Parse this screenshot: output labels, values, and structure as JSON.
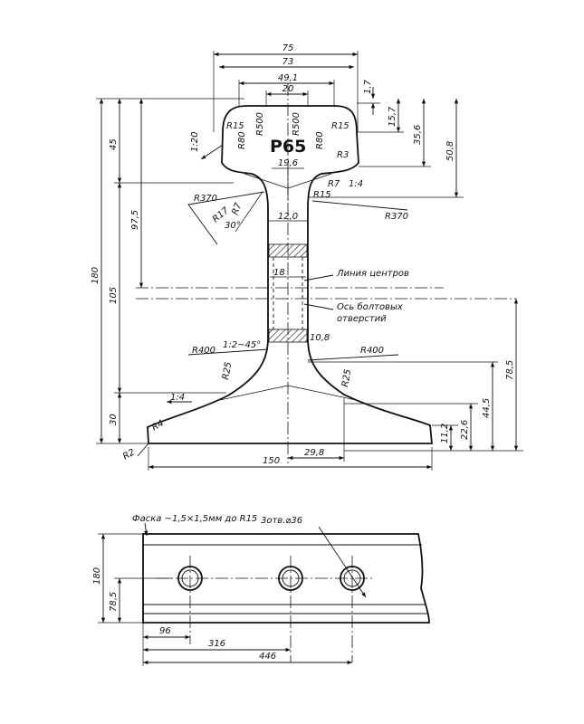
{
  "profile": {
    "rail_type": "Р65",
    "width_labels": {
      "overall_head": "75",
      "head_73": "73",
      "head_49_1": "49,1",
      "head_20": "20",
      "web_19_6": "19,6",
      "base": "150",
      "base_29_8": "29,8",
      "web_12": "12,0",
      "web_18": "18",
      "web_10_8": "10,8"
    },
    "height_labels": {
      "total": "180",
      "head": "45",
      "to_center": "97,5",
      "web": "105",
      "base": "30",
      "top_1_7": "1,7",
      "top_15_7": "15,7",
      "head_35_6": "35,6",
      "head_50_8": "50,8",
      "bolt_78_5": "78,5",
      "bolt_44_5": "44,5",
      "base_22_6": "22,6",
      "base_11_2": "11,2"
    },
    "radius_labels": {
      "r15_left": "R15",
      "r80_left": "R80",
      "r500_left": "R500",
      "r500_right": "R500",
      "r80_right": "R80",
      "r15_right": "R15",
      "r3": "R3",
      "r7_right": "R7",
      "r15_neck": "R15",
      "r370_left": "R370",
      "r370_right": "R370",
      "r17": "R17",
      "r7_left": "R7",
      "angle_30": "30°",
      "r400_left": "R400",
      "r400_right": "R400",
      "r25_left": "R25",
      "r25_right": "R25",
      "r4": "R4",
      "r2": "R2"
    },
    "slopes": {
      "head": "1:20",
      "neck": "1:4",
      "base": "1:4",
      "chamfer": "1:2~45°"
    },
    "notes": {
      "center_line": "Линия центров",
      "bolt_axis_1": "Ось болтовых",
      "bolt_axis_2": "отверстий"
    }
  },
  "side_view": {
    "chamfer_note": "Фаска ~1,5×1,5мм до R15",
    "holes_note": "3отв.⌀36",
    "height_total": "180",
    "hole_height": "78,5",
    "spacing": [
      "96",
      "316",
      "446"
    ]
  }
}
